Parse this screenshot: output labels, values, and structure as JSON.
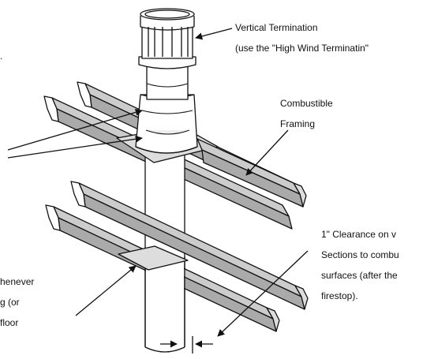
{
  "labels": {
    "vertical_termination": "Vertical Termination",
    "high_wind_note": "(use the \"High Wind Terminatin\"",
    "combustible_1": "Combustible",
    "combustible_2": "Framing",
    "clearance_1": "1\" Clearance on v",
    "clearance_2": "Sections to combu",
    "clearance_3": "surfaces (after the",
    "clearance_4": "firestop).",
    "left_1": "henever",
    "left_2": "g (or",
    "left_3": "floor"
  },
  "colors": {
    "line": "#111111",
    "fill": "#ffffff",
    "shade": "#cccccc",
    "shade_dark": "#aaaaaa"
  }
}
